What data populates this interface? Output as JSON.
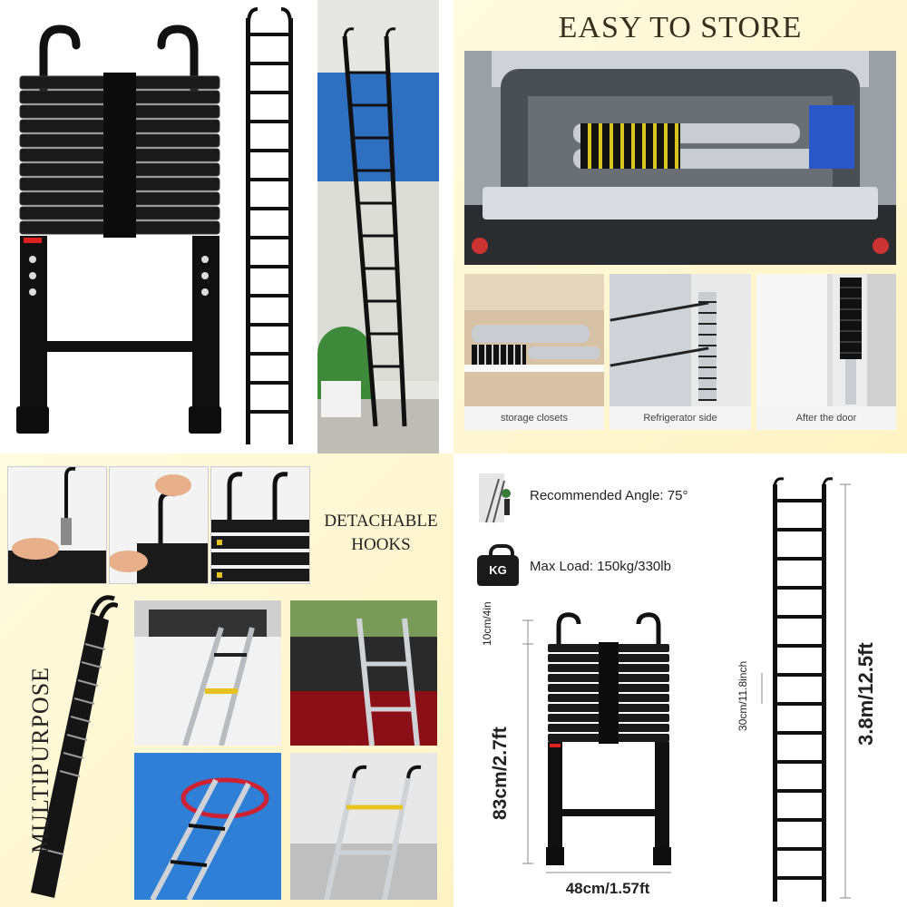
{
  "store": {
    "title": "EASY TO STORE",
    "captions": [
      "storage closets",
      "Refrigerator side",
      "After the door"
    ]
  },
  "hooks": {
    "title_line1": "DETACHABLE",
    "title_line2": "HOOKS"
  },
  "multipurpose": {
    "title": "MULTIPURPOSE"
  },
  "specs": {
    "angle": "Recommended Angle: 75°",
    "load": "Max Load: 150kg/330lb",
    "kg_icon_label": "KG",
    "hook_height": "10cm/4in",
    "closed_height": "83cm/2.7ft",
    "width": "48cm/1.57ft",
    "rung_spacing": "30cm/11.8inch",
    "full_height": "3.8m/12.5ft"
  },
  "colors": {
    "cream": "#fff6cc",
    "ladder": "#111111",
    "aluminum": "#c9ccd0"
  }
}
